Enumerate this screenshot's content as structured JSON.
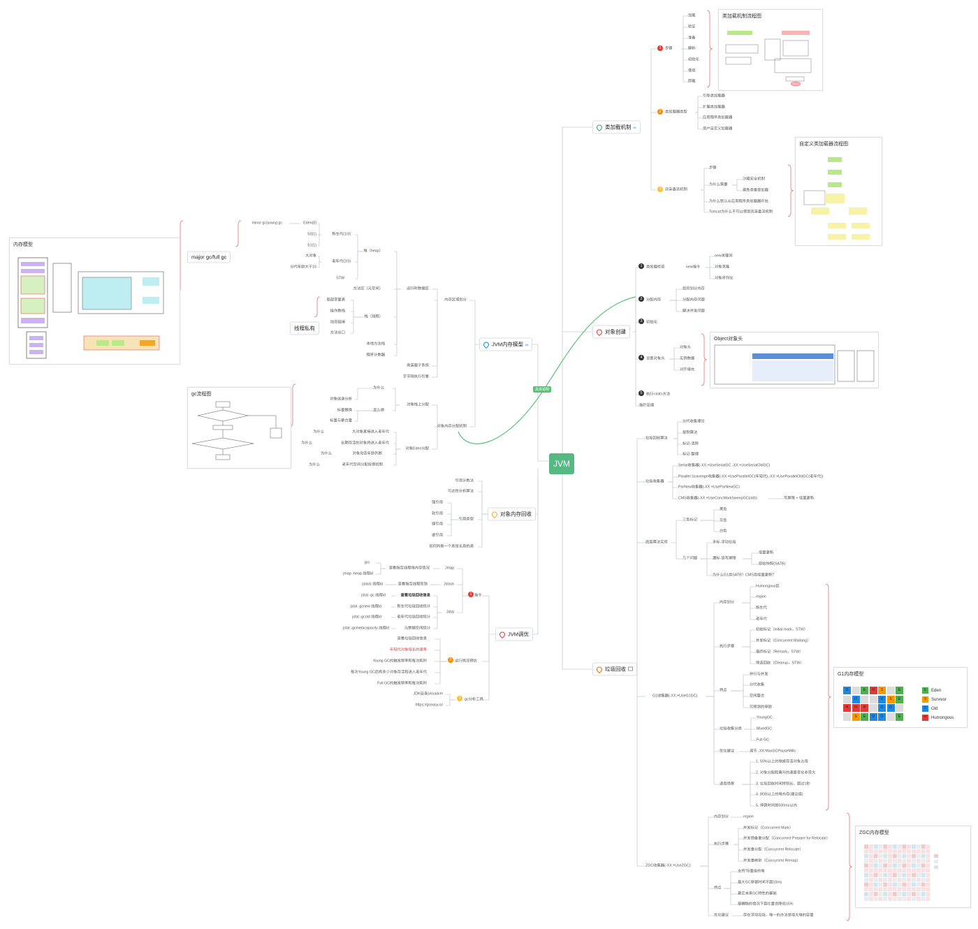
{
  "root": {
    "label": "JVM"
  },
  "relation_label": "具体说明",
  "colors": {
    "root_bg": "#56b883",
    "link_line": "#c7cdd4",
    "relation_line": "#57c274",
    "badge_red": "#e53935",
    "badge_orange": "#fb8c00",
    "badge_yellow": "#fbc02d"
  },
  "topics": {
    "class_loading": "类加载机制",
    "object_create": "对象创建",
    "gc": "垃圾回收",
    "memory_model": "JVM内存模型",
    "object_reclaim": "对象内存回收",
    "tuning": "JVM调优"
  },
  "class_loading": {
    "steps": "步骤",
    "step_items": [
      "加载",
      "验证",
      "准备",
      "解析",
      "初始化",
      "使用",
      "卸载"
    ],
    "loader_types": "类加载器类型",
    "loader_items": [
      "引导类加载器",
      "扩展类加载器",
      "应用程序类加载器",
      "用户自定义加载器"
    ],
    "parent_delegation": "双亲委派机制",
    "pd_steps": "步骤",
    "pd_why": "为什么需要",
    "pd_why_items": [
      "沙箱安全机制",
      "避免类重复加载"
    ],
    "pd_app_first": "为什么默认从应用程序类加载器开始",
    "pd_tomcat": "Tomcat为什么不可以使用双亲委派机制",
    "flow_title": "类加载机制流程图",
    "custom_flow_title": "自定义类加载器流程图"
  },
  "object_create": {
    "check": "类加载检查",
    "new_cmd": "new指令",
    "new_items": [
      "new关键词",
      "对象克隆",
      "对象序列化"
    ],
    "alloc": "分配内存",
    "alloc_items": [
      "如何划分内存",
      "分配内存问题",
      "解决并发问题"
    ],
    "init": "初始化",
    "header": "设置对象头",
    "header_items": [
      "对象头",
      "实例数据",
      "对齐填充"
    ],
    "exec_init": "执行<init>方法",
    "ptr_compress": "指针压缩",
    "header_title": "Object对象头"
  },
  "gc": {
    "algorithms": "垃圾回收算法",
    "algo_items": [
      "分代收集理论",
      "复制算法",
      "标记-清除",
      "标记-整理"
    ],
    "collectors": "垃圾收集器",
    "collector_items": [
      "Serial收集器(-XX:+UseSerialGC -XX:+UseSerialOldGC)",
      "Parallel Scavenge收集器(-XX:+UseParallelGC(年轻代),-XX:+UseParallelOldGC(老年代))",
      "ParNew收集器(-XX:+UseParNewGC)",
      "CMS收集器(-XX:+UseConcMarkSweepGC(old))"
    ],
    "cms_barrier": "写屏障 + 增量更新",
    "impl": "底层算法实现",
    "tricolor": "三色标记",
    "tricolor_items": [
      "黑色",
      "灰色",
      "白色"
    ],
    "problems": "几个问题",
    "problem_items": [
      "多标-浮动垃圾",
      "漏标-读写屏障"
    ],
    "miss_items": [
      "增量更新",
      "原始快照(SATB)"
    ],
    "satb_q": "为什么G1用SATB？CMS用增量更新?",
    "g1": "G1收集器(-XX:+UseG1GC)",
    "g1_mem": "内存划分",
    "g1_mem_items": [
      "Humongous区",
      "region",
      "新生代",
      "老年代"
    ],
    "g1_steps": "执行步骤",
    "g1_step_items": [
      "初始标记（initial mark，STW）",
      "并发标记（Concurrent Marking）",
      "最终标记（Remark，STW）",
      "筛选回收（Cleanup，STW）"
    ],
    "g1_feat": "特点",
    "g1_feat_items": [
      "并行与并发",
      "分代收集",
      "空间整合",
      "可预测的停顿"
    ],
    "g1_class": "垃圾收集分类",
    "g1_class_items": [
      "YoungGC",
      "MixedGC",
      "Full GC"
    ],
    "g1_tune": "优化建议",
    "g1_tune_item": "调节 -XX:MaxGCPauseMills",
    "g1_scene": "适用场景",
    "g1_scene_items": [
      "1. 50%以上的堆被存活对象占用",
      "2. 对象分配和晋升的速度变化非常大",
      "3. 垃圾回收时间特别长，超过1秒",
      "4. 8GB以上的堆内存(建议值)",
      "5. 停顿时间是500ms以内"
    ],
    "g1_model_title": "G1内存模型",
    "g1_legend": [
      {
        "code": "E",
        "name": "Eden",
        "color": "#4caf50"
      },
      {
        "code": "S",
        "name": "Survivor",
        "color": "#ff9800"
      },
      {
        "code": "O",
        "name": "Old",
        "color": "#1e88e5"
      },
      {
        "code": "H",
        "name": "Humongous",
        "color": "#e53935"
      }
    ],
    "g1_grid": [
      [
        "O",
        "",
        "E",
        "H",
        "S",
        "",
        "E"
      ],
      [
        "",
        "O",
        "",
        "",
        "O",
        "S",
        "E"
      ],
      [
        "H",
        "H",
        "H",
        "",
        "O",
        "O",
        ""
      ],
      [
        "",
        "S",
        "E",
        "O",
        "O",
        "",
        "E"
      ]
    ],
    "zgc": "ZGC收集器(-XX:+UseZGC)",
    "zgc_mem": "内存划分",
    "zgc_mem_item": "region",
    "zgc_steps": "执行步骤",
    "zgc_step_items": [
      "并发标记（Concurrent Mark）",
      "并发预备重分配（Concurrent Prepare for Relocate）",
      "并发重分配（Concurrent Relocate）",
      "并发重映射（Concurrent Remap）"
    ],
    "zgc_feat": "特点",
    "zgc_feat_items": [
      "支持TB量级的堆",
      "最大GC停顿时间不超10ms",
      "奠定未来GC特性的基础",
      "最糟糕的情况下吞吐量会降低15%"
    ],
    "zgc_tune": "优化建议",
    "zgc_tune_item": "存在浮动垃圾，唯一的办法是增大堆的容量",
    "zgc_model_title": "ZGC内存模型"
  },
  "memory_model": {
    "regions": "内存区域划分",
    "runtime": "运行时数据区",
    "heap": "堆（heap）",
    "young": "新生代(1/3)",
    "young_items": [
      "Eden(8)",
      "S0(1)",
      "S1(1)"
    ],
    "old": "老年代(2/3)",
    "old_items": [
      "大对象",
      "分代年龄大于15"
    ],
    "minor_gc": "minor gc/young gc",
    "major_gc": "major gc/full gc",
    "stw": "STW",
    "method_area": "方法区（元空间）",
    "stack": "栈（线程）",
    "stack_items": [
      "局部变量表",
      "操作数栈",
      "动态链接",
      "方法出口"
    ],
    "thread_private": "线程私有",
    "native_stack": "本地方法栈",
    "pc": "程序计数器",
    "class_loader_sub": "类装载子系统",
    "bytecode_engine": "字节码执行引擎",
    "memory_model_panel": "内存模型",
    "alloc": "对象内存分配机制",
    "on_stack": "对象栈上分配",
    "why": "为什么",
    "escape": "对象逃逸分析",
    "how": "怎么做",
    "scalar": "标量替换",
    "scalar_agg": "标量与聚合量",
    "eden_alloc": "对象Eden分配",
    "eden_items": [
      "大对象直接进入老年代",
      "长期存活的对象将进入老年代",
      "对象动态年龄判断",
      "老年代空间分配担保机制"
    ],
    "why_label": "为什么",
    "gc_flow_title": "gc流程图"
  },
  "object_reclaim": {
    "ref_count": "引用计数法",
    "reach": "可达性分析算法",
    "ref_types": "引用类型",
    "ref_items": [
      "强引用",
      "软引用",
      "弱引用",
      "虚引用"
    ],
    "useless_class": "如何判断一个类是无用的类"
  },
  "tuning": {
    "commands": "指令",
    "jmap": "Jmap",
    "jmap_items": [
      "查看指定线程堆内存情况"
    ],
    "jmap_cmds": [
      "jps",
      "jmap -heap 线程id"
    ],
    "jstack": "Jstack",
    "jstack_item": "查看指定线程死锁",
    "jstack_cmd": "jstack 线程id",
    "jstat": "Jstat",
    "jstat_items": [
      "查看垃圾回收信息",
      "新生代垃圾回收统计",
      "老年代垃圾回收统计",
      "元数据空间统计"
    ],
    "jstat_cmds": [
      "jstat -gc 线程id",
      "jstat -gcnew 线程id",
      "jstat -gcold 线程id",
      "jstat -gcmetacapacity 线程id"
    ],
    "estimate": "运行情况预估",
    "estimate_items": [
      "查看垃圾回收信息",
      "年轻代对象增长的速率",
      "Young GC的触发频率和每次耗时",
      "每次Young GC后有多少对象存活和进入老年代",
      "Full GC的触发频率和每次耗时"
    ],
    "gc_tools": "gc分析工具",
    "gc_tool_items": [
      "JDK自身jvisualvm",
      "https://gceasy.io/"
    ]
  }
}
